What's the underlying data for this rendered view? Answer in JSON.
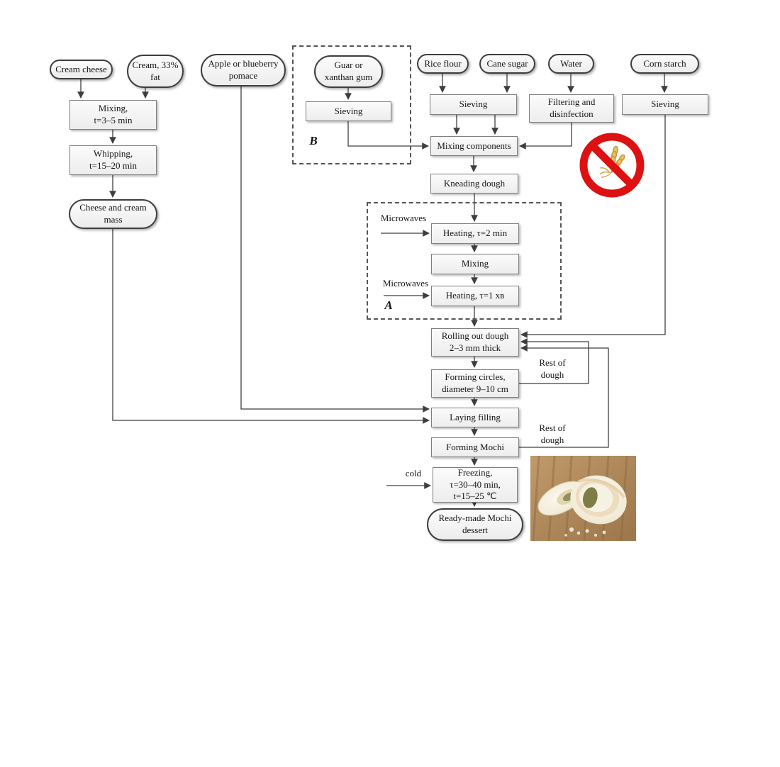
{
  "diagram": {
    "description": "Mochi dessert production flowchart",
    "group_a_label": "A",
    "group_b_label": "B"
  },
  "nodes": {
    "cream_cheese": {
      "label": "Cream cheese"
    },
    "cream_fat": {
      "line1": "Cream, 33%",
      "line2": "fat"
    },
    "mixing1": {
      "line1": "Mixing,",
      "line2": "t=3–5 min"
    },
    "whipping": {
      "line1": "Whipping,",
      "line2": "t=15–20 min"
    },
    "cheese_mass": {
      "line1": "Cheese and cream",
      "line2": "mass"
    },
    "apple_pomace": {
      "line1": "Apple or blueberry",
      "line2": "pomace"
    },
    "guar": {
      "line1": "Guar or",
      "line2": "xanthan gum"
    },
    "sieving_b": {
      "label": "Sieving"
    },
    "rice_flour": {
      "label": "Rice flour"
    },
    "cane_sugar": {
      "label": "Cane sugar"
    },
    "water": {
      "label": "Water"
    },
    "corn_starch": {
      "label": "Corn starch"
    },
    "sieving_main": {
      "label": "Sieving"
    },
    "filtering": {
      "line1": "Filtering and",
      "line2": "disinfection"
    },
    "sieving_right": {
      "label": "Sieving"
    },
    "mixing_components": {
      "label": "Mixing components"
    },
    "kneading": {
      "label": "Kneading dough"
    },
    "heating1": {
      "label": "Heating, τ=2 min"
    },
    "mixing2": {
      "label": "Mixing"
    },
    "heating2": {
      "label": "Heating, τ=1 хв"
    },
    "rolling": {
      "line1": "Rolling out dough",
      "line2": "2–3 mm thick"
    },
    "forming_circles": {
      "line1": "Forming circles,",
      "line2": "diameter 9–10 cm"
    },
    "laying_filling": {
      "label": "Laying filling"
    },
    "forming_mochi": {
      "label": "Forming Mochi"
    },
    "freezing": {
      "line1": "Freezing,",
      "line2": "τ=30–40 min,",
      "line3": "t=15–25 ℃"
    },
    "ready": {
      "line1": "Ready-made Mochi",
      "line2": "dessert"
    }
  },
  "labels": {
    "microwaves_top": "Microwaves",
    "microwaves_bottom": "Microwaves",
    "rest_top": {
      "line1": "Rest of",
      "line2": "dough"
    },
    "rest_bottom": {
      "line1": "Rest of",
      "line2": "dough"
    },
    "cold": "cold"
  },
  "icons": {
    "gluten_free": "no-gluten prohibition sign",
    "mochi_photo": "photo of cut mochi dessert on wooden board"
  },
  "colors": {
    "line": "#3e3e3e",
    "box_border": "#7f7f7f",
    "pill_border": "#3d3d3d",
    "prohibition_red": "#dd1111",
    "wheat_gold": "#d8a94e",
    "wood_brown": "#b08a5f",
    "filling_green": "#7f7d45",
    "mochi_cream": "#f5f0e1"
  }
}
